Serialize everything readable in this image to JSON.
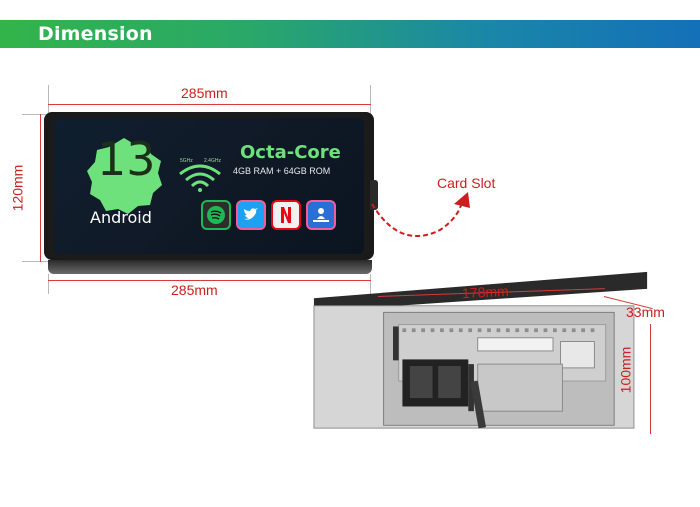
{
  "header": {
    "title": "Dimension"
  },
  "dimensions": {
    "front_width_top": "285mm",
    "front_width_bottom": "285mm",
    "front_height": "120mm",
    "back_width": "178mm",
    "back_depth": "33mm",
    "back_height": "100mm"
  },
  "card_slot_label": "Card Slot",
  "screen": {
    "android_version": "13",
    "android_label": "Android",
    "cpu_label": "Octa-Core",
    "memory_label": "4GB RAM + 64GB ROM",
    "wifi_5g": "5GHz",
    "wifi_24g": "2.4GHz",
    "apps": [
      {
        "name": "spotify",
        "color": "#1db954"
      },
      {
        "name": "twitter",
        "color": "#1da1f2"
      },
      {
        "name": "netflix",
        "color": "#e50914"
      },
      {
        "name": "kindle",
        "color": "#f05d9a"
      }
    ]
  },
  "colors": {
    "header_start": "#32b44a",
    "header_end": "#1470b8",
    "dimension_red": "#cc1e1e",
    "android_green": "#6ee07c"
  }
}
